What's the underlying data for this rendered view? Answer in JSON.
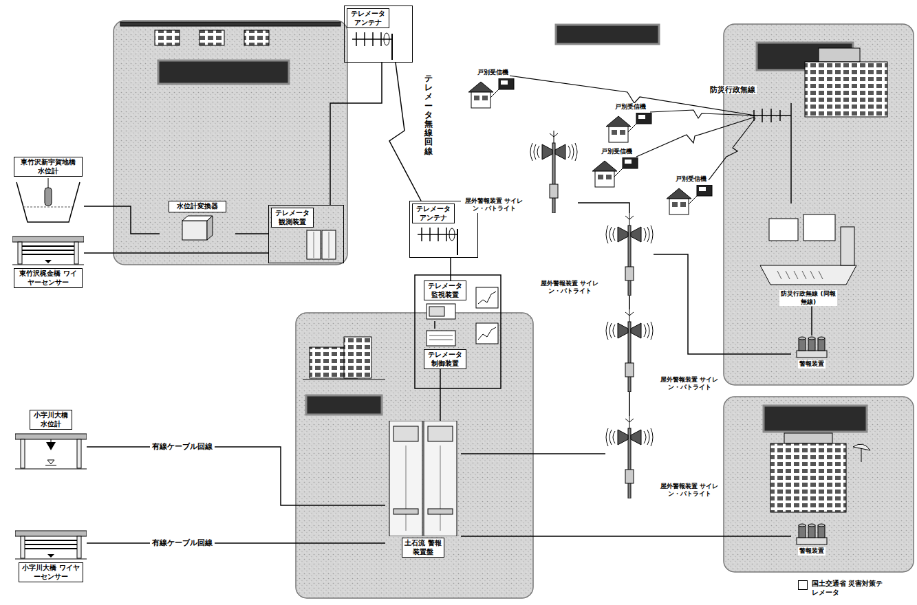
{
  "diagram": {
    "nodes": [
      {
        "text": [
          "東竹沢新宇賀地橋 水位計"
        ]
      },
      {
        "text": [
          "水位計変換器"
        ]
      },
      {
        "text": [
          "テレメータ 観測装置"
        ]
      },
      {
        "text": [
          "東竹沢梶金橋 ワイヤーセンサー"
        ]
      },
      {
        "text": [
          "テレメータ アンテナ"
        ]
      },
      {
        "text": [
          "テレメータ アンテナ"
        ]
      },
      {
        "text": [
          "テレメータ 監視装置"
        ]
      },
      {
        "text": [
          "テレメータ 制御装置"
        ]
      },
      {
        "text": [
          "土石流 警報装置盤"
        ]
      },
      {
        "text": [
          "小字川大橋 水位計"
        ]
      },
      {
        "text": [
          "小字川大橋 ワイヤーセンサー"
        ]
      },
      {
        "text": [
          "戸別受信機"
        ]
      },
      {
        "text": [
          "戸別受信機"
        ]
      },
      {
        "text": [
          "戸別受信機"
        ]
      },
      {
        "text": [
          "戸別受信機"
        ]
      },
      {
        "text": [
          "屋外警報装置 サイレン・パトライト"
        ]
      },
      {
        "text": [
          "屋外警報装置 サイレン・パトライト"
        ]
      },
      {
        "text": [
          "屋外警報装置 サイレン・パトライト"
        ]
      },
      {
        "text": [
          "屋外警報装置 サイレン・パトライト"
        ]
      },
      {
        "text": [
          "防災行政無線 (同報無線)"
        ]
      },
      {
        "text": [
          "警報装置"
        ]
      },
      {
        "text": [
          "警報装置"
        ]
      }
    ],
    "edges": [
      {
        "from": 0,
        "to": 1,
        "arrow": "none"
      },
      {
        "from": 1,
        "to": 2,
        "arrow": "none"
      },
      {
        "from": 3,
        "to": 2,
        "arrow": "none"
      },
      {
        "from": 2,
        "to": 4,
        "arrow": "none"
      },
      {
        "from": 4,
        "to": 5,
        "label": "テレメータ無線回線",
        "arrow": "none"
      },
      {
        "from": 5,
        "to": 6,
        "arrow": "none"
      },
      {
        "from": 7,
        "to": 8,
        "arrow": "none"
      },
      {
        "from": 9,
        "to": 8,
        "label": "有線ケーブル回線",
        "arrow": "none"
      },
      {
        "from": 10,
        "to": 8,
        "label": "有線ケーブル回線",
        "arrow": "none"
      },
      {
        "from": 8,
        "to": 18,
        "arrow": "none"
      },
      {
        "from": 8,
        "to": 21,
        "arrow": "none"
      },
      {
        "from": 18,
        "to": 17,
        "arrow": "none"
      },
      {
        "from": 17,
        "to": 16,
        "arrow": "none"
      },
      {
        "from": 15,
        "to": 16,
        "arrow": "none"
      },
      {
        "from": 20,
        "to": 16,
        "arrow": "none"
      },
      {
        "from": 19,
        "to": 20,
        "arrow": "none"
      },
      {
        "from": 6,
        "to": 7,
        "arrow": "none"
      }
    ],
    "labels": [
      "防災行政無線"
    ],
    "legend": [
      {
        "text": "国土交通省 災害対策テレメータ",
        "color": "#ffffff"
      }
    ]
  }
}
